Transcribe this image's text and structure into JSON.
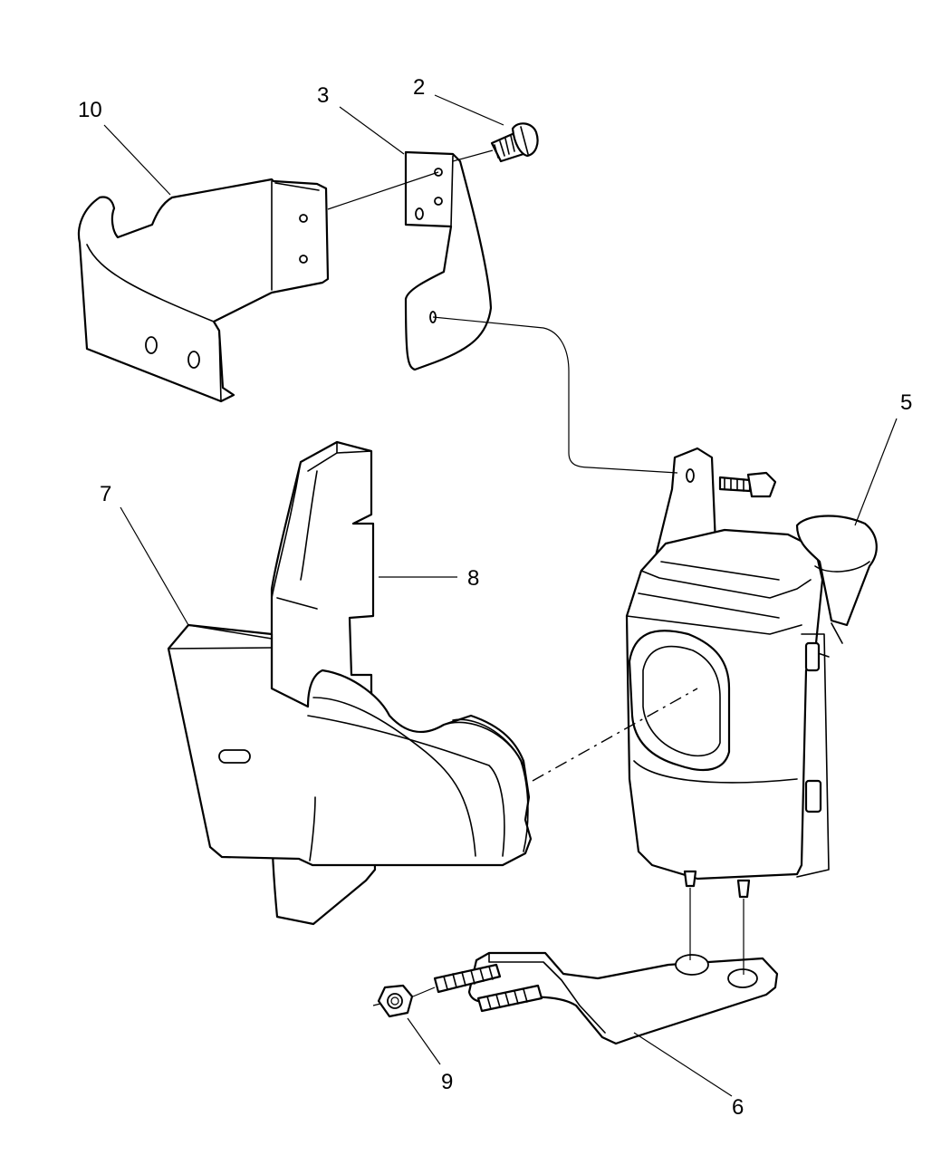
{
  "callouts": {
    "c2": "2",
    "c3": "3",
    "c5": "5",
    "c6": "6",
    "c7": "7",
    "c8": "8",
    "c9": "9",
    "c10": "10"
  }
}
